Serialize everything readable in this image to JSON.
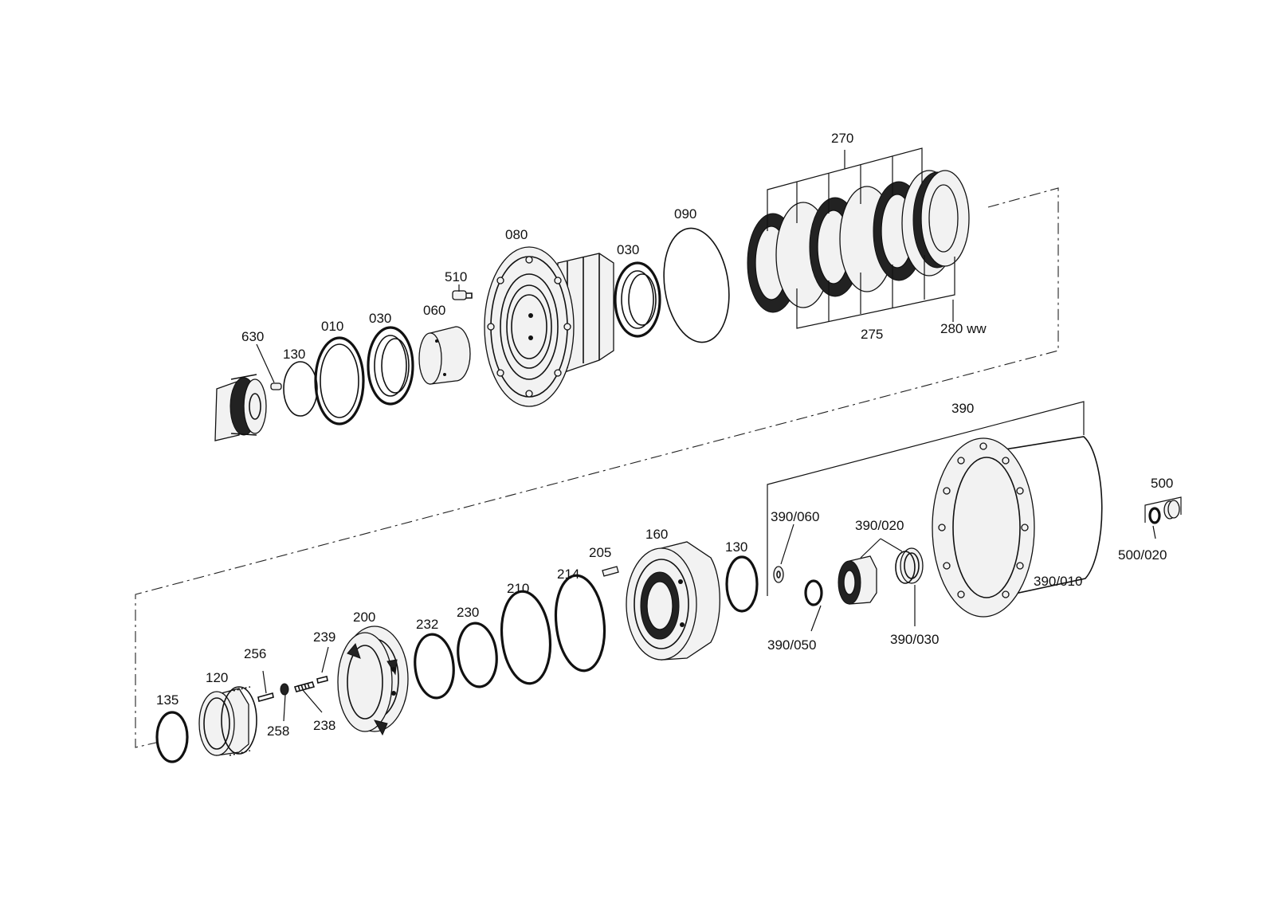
{
  "callouts": {
    "c630": "630",
    "c130a": "130",
    "c010": "010",
    "c030a": "030",
    "c060": "060",
    "c510": "510",
    "c080": "080",
    "c030b": "030",
    "c090": "090",
    "c270": "270",
    "c275": "275",
    "c280": "280 ww",
    "c390": "390",
    "c500": "500",
    "c500_020": "500/020",
    "c390_010": "390/010",
    "c390_020": "390/020",
    "c390_030": "390/030",
    "c390_050": "390/050",
    "c390_060": "390/060",
    "c130b": "130",
    "c160": "160",
    "c205": "205",
    "c214": "214",
    "c210": "210",
    "c230": "230",
    "c232": "232",
    "c200": "200",
    "c239": "239",
    "c238": "238",
    "c256": "256",
    "c258": "258",
    "c120": "120",
    "c135": "135"
  }
}
